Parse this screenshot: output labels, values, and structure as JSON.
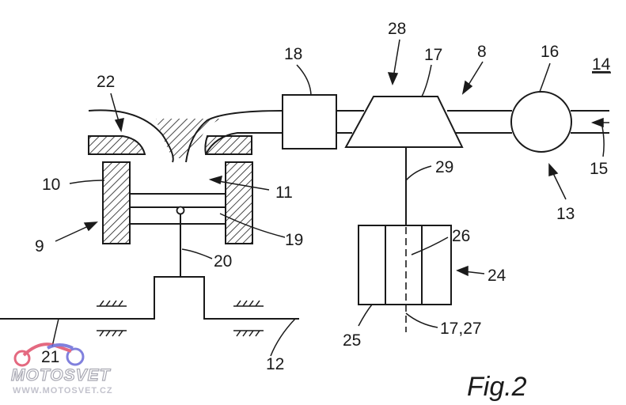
{
  "figure": {
    "caption": "Fig.2"
  },
  "reference_numerals": {
    "n8": "8",
    "n9": "9",
    "n10": "10",
    "n11": "11",
    "n12": "12",
    "n13": "13",
    "n14": "14",
    "n15": "15",
    "n16": "16",
    "n17": "17",
    "n18": "18",
    "n19": "19",
    "n20": "20",
    "n21": "21",
    "n22": "22",
    "n24": "24",
    "n25": "25",
    "n26": "26",
    "n28": "28",
    "n29": "29",
    "n17_27": "17,27"
  },
  "watermark": {
    "brand": "MOTOSVET",
    "url": "WWW.MOTOSVET.CZ",
    "accent_colors": [
      "#e0506a",
      "#6a6ad8"
    ]
  },
  "colors": {
    "line": "#1a1a1a",
    "background": "#ffffff"
  }
}
